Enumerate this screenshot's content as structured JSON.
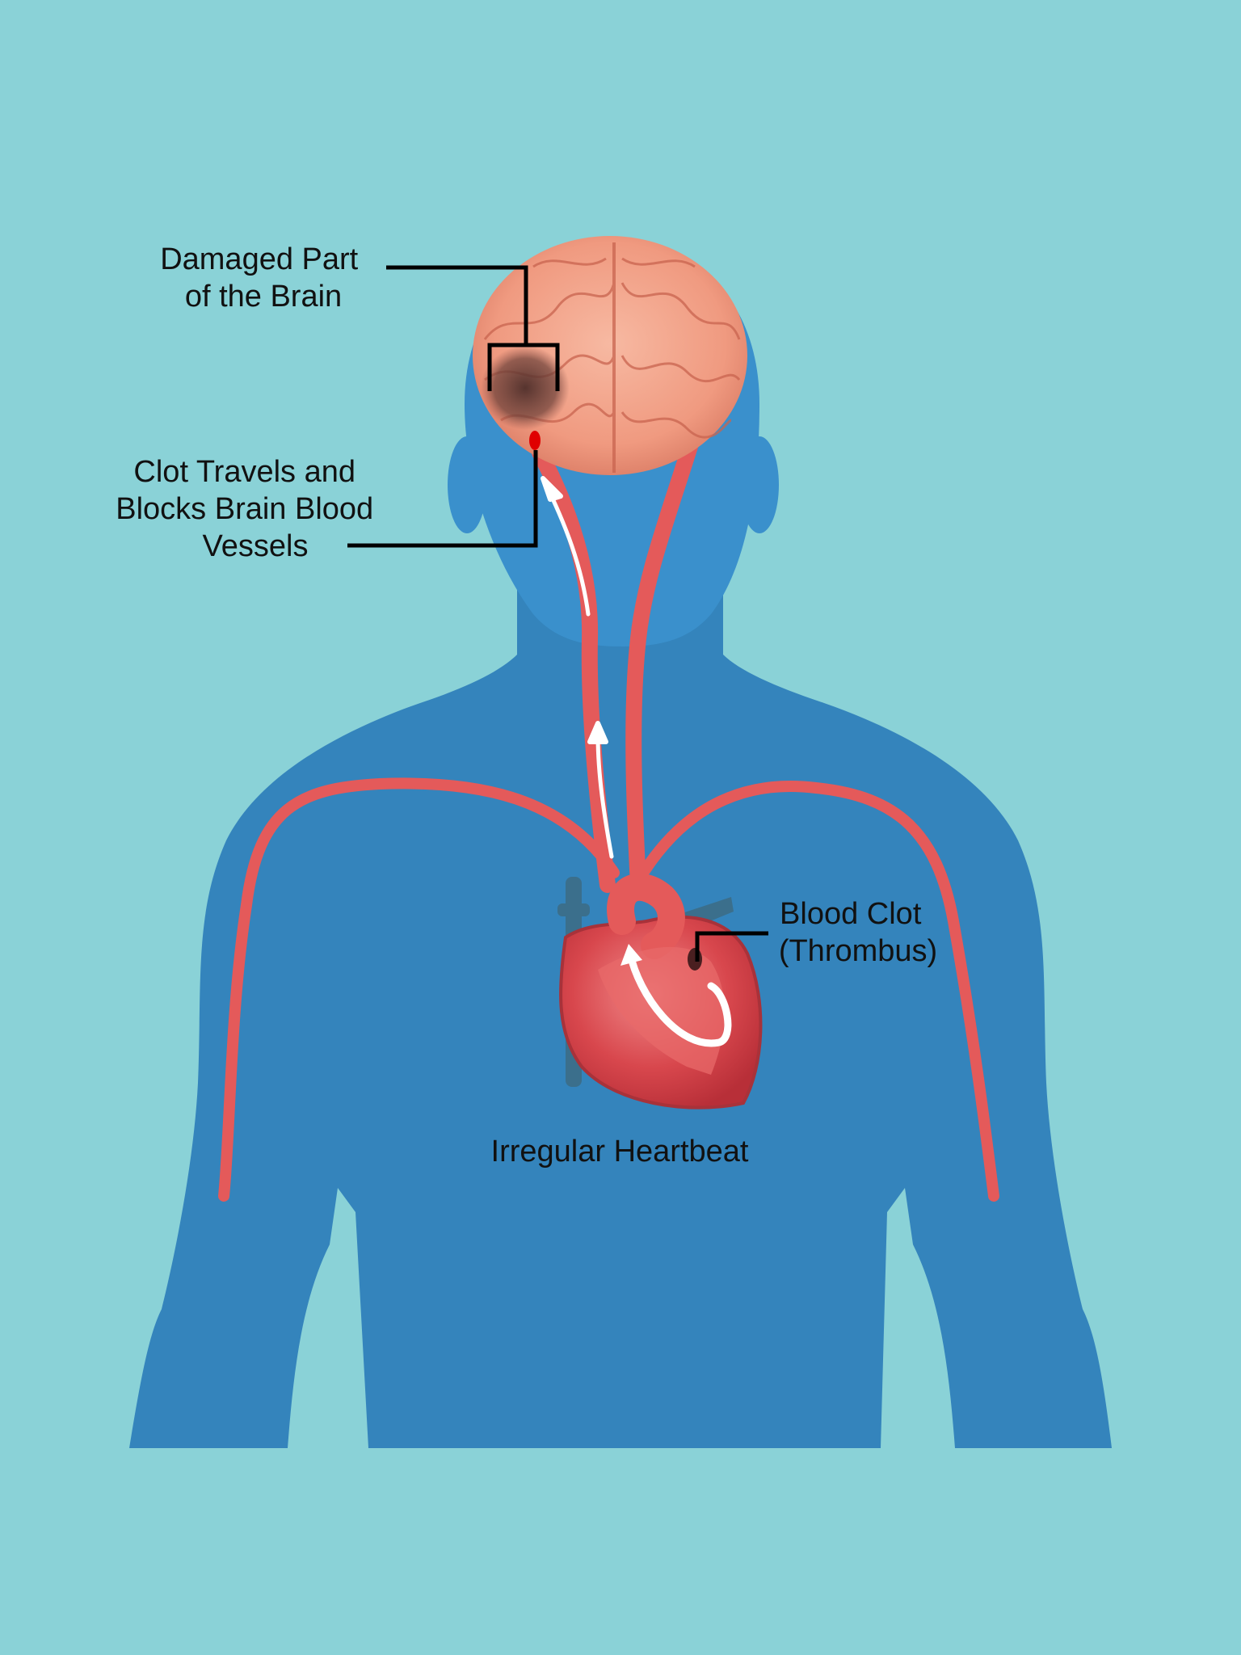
{
  "labels": {
    "damaged_brain": [
      "Damaged Part",
      "of the Brain"
    ],
    "clot_travels": [
      "Clot Travels and",
      "Blocks Brain Blood",
      "Vessels"
    ],
    "blood_clot": [
      "Blood Clot",
      "(Thrombus)"
    ],
    "irregular_heartbeat": "Irregular Heartbeat"
  },
  "colors": {
    "background": "#8ad2d7",
    "body": "#3484bc",
    "head": "#3a90cc",
    "artery": "#e45a5a",
    "brain": "#f2a58c",
    "damaged_area": "#5e3b36",
    "clot": "#e00000",
    "arrow": "#ffffff",
    "vein": "#3b6f8c"
  },
  "icons": {
    "brain": "brain-icon",
    "heart": "heart-icon"
  }
}
